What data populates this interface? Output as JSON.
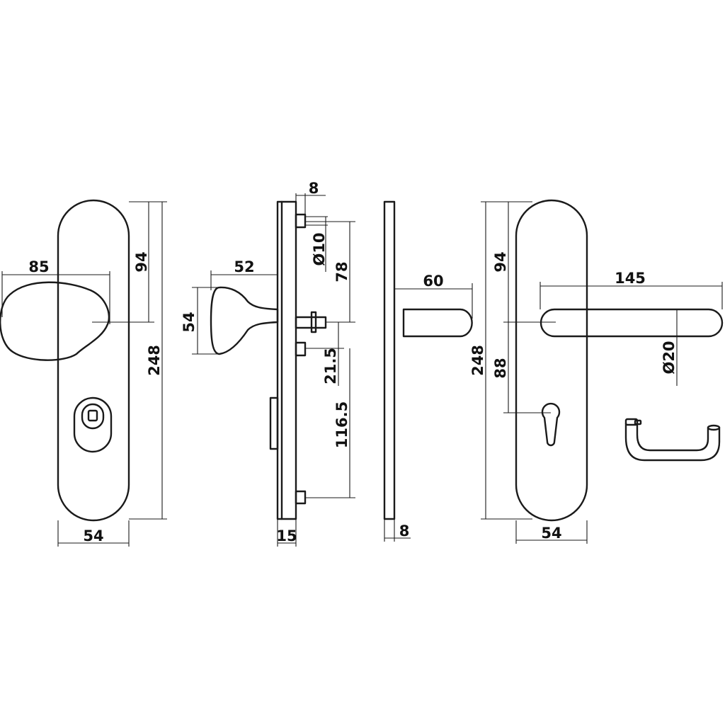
{
  "colors": {
    "line": "#1a1a1a",
    "background": "#ffffff"
  },
  "views": {
    "knob_front": {
      "dims": {
        "width": "54",
        "height": "248",
        "knob_projection": "85",
        "knob_center_from_top": "94"
      }
    },
    "knob_side": {
      "dims": {
        "plate_thickness": "15",
        "stud_thickness": "8",
        "knob_length": "52",
        "knob_diameter": "54",
        "spindle_diameter": "Ø10",
        "stud_to_spindle": "78",
        "spindle_to_stud": "21.5",
        "stud_to_bottom_stud": "116.5"
      }
    },
    "lever_side": {
      "dims": {
        "plate_thickness": "8",
        "lever_projection": "60"
      }
    },
    "lever_front": {
      "dims": {
        "width": "54",
        "height": "248",
        "lever_center_from_top": "94",
        "lever_to_cylinder": "88",
        "lever_length": "145",
        "lever_diameter": "Ø20"
      }
    },
    "lever_3d": {
      "icon": "lever-handle-icon"
    }
  }
}
